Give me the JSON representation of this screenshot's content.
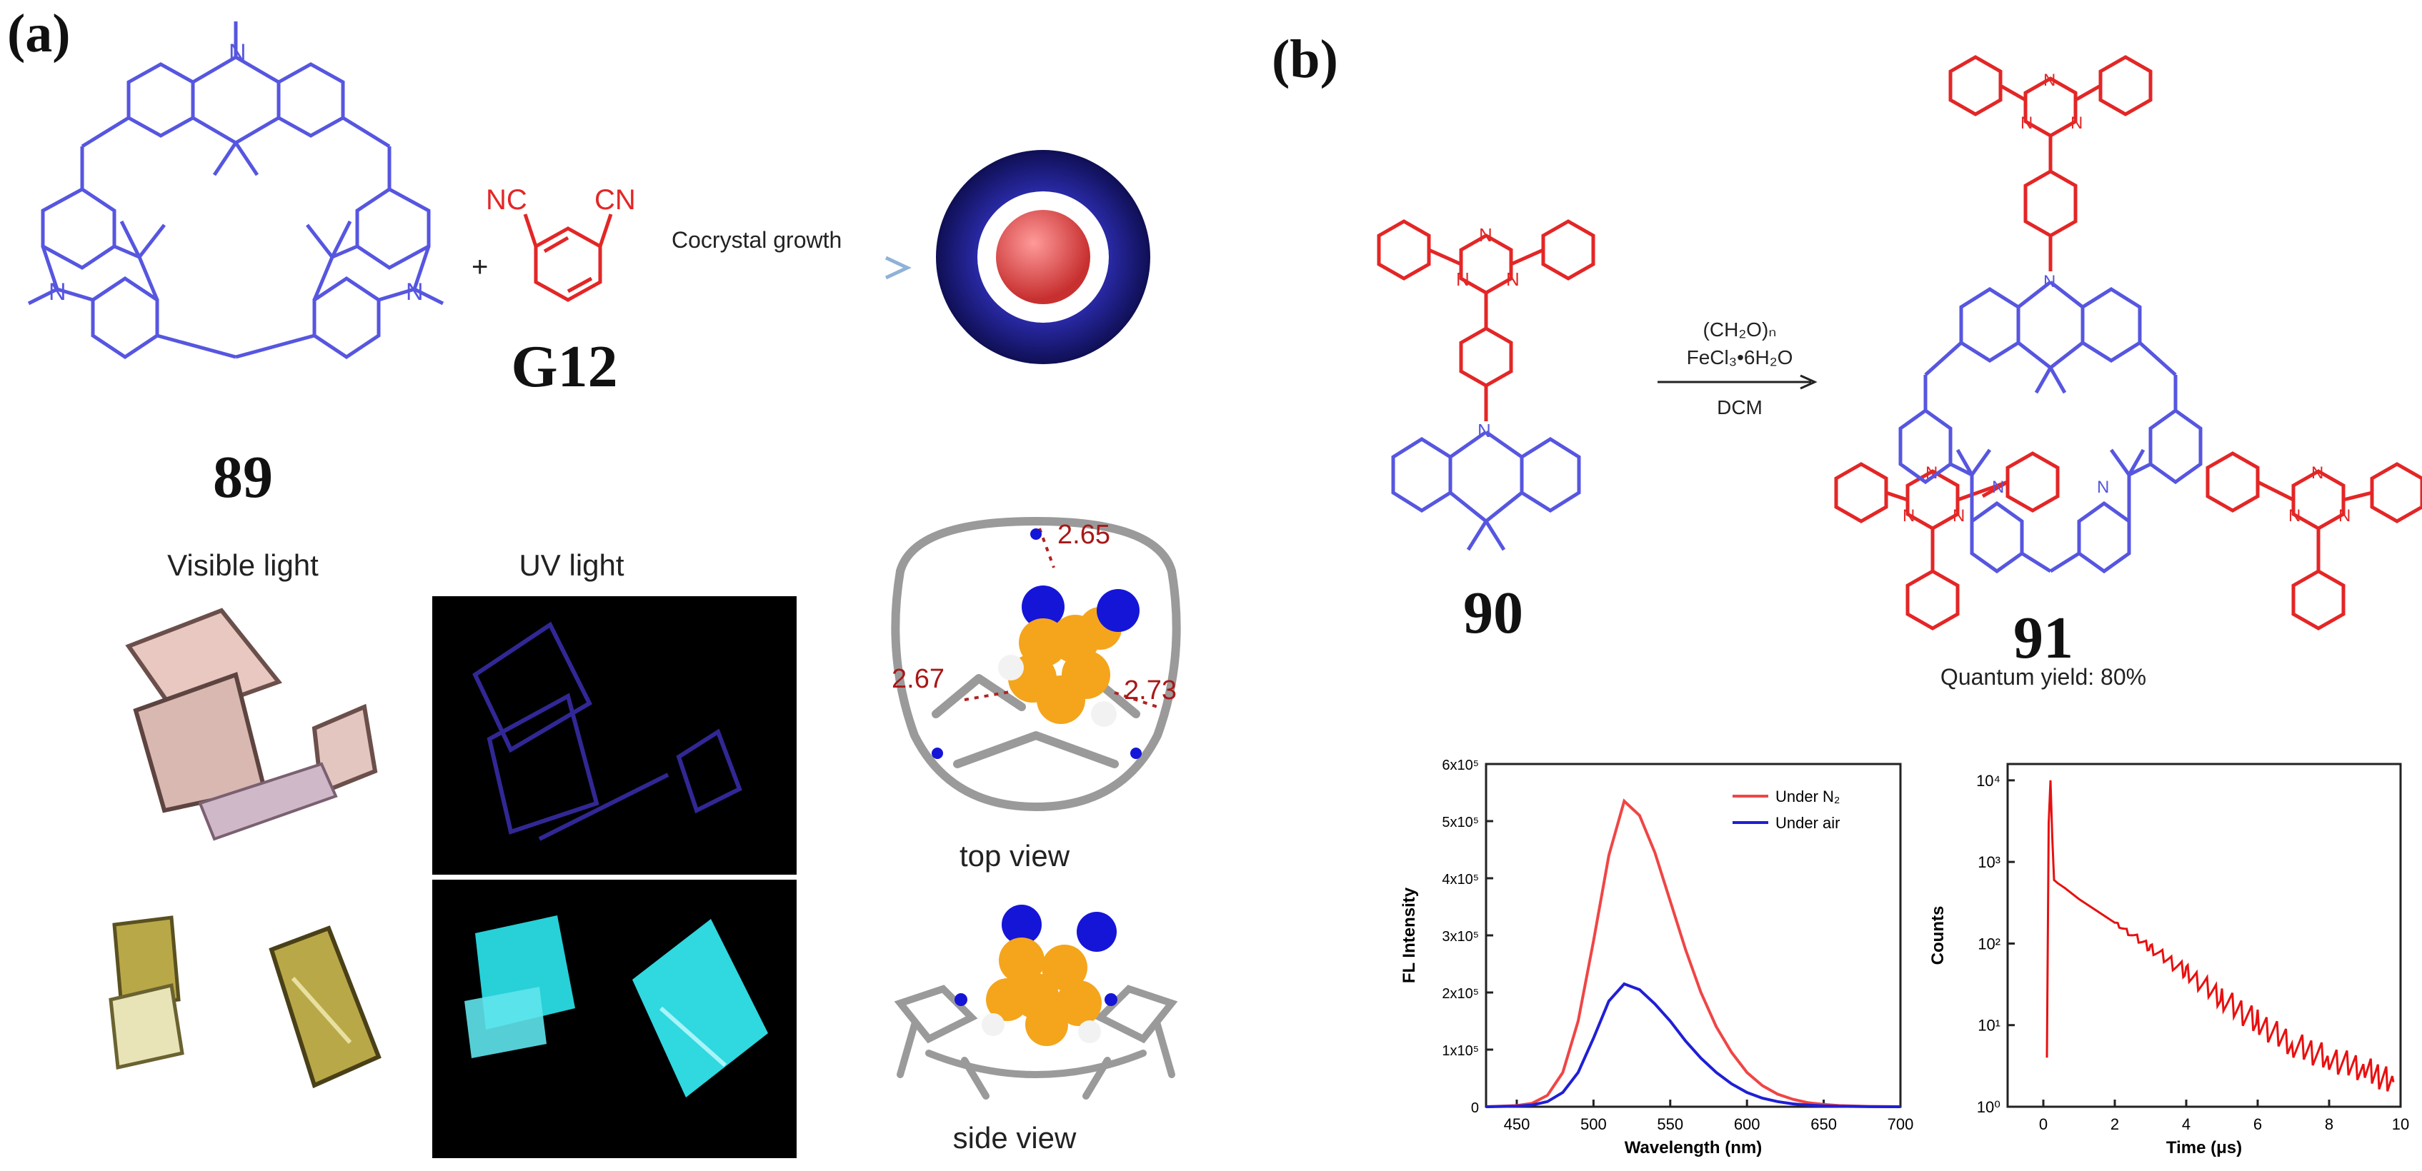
{
  "panels": {
    "a": "(a)",
    "b": "(b)"
  },
  "panel_a": {
    "compound_host": "89",
    "compound_guest": "G12",
    "plus": "+",
    "reaction": "Cocrystal growth",
    "guest_atoms": {
      "left": "NC",
      "right": "CN"
    },
    "photo_headers": {
      "visible": "Visible light",
      "uv": "UV light"
    },
    "distances": [
      "2.65",
      "2.67",
      "2.73"
    ],
    "views": {
      "top": "top view",
      "side": "side view"
    }
  },
  "panel_b": {
    "reactant": "90",
    "product": "91",
    "conditions": [
      "(CH₂O)ₙ",
      "FeCl₃•6H₂O",
      "DCM"
    ],
    "quantum_yield": "Quantum yield: 80%"
  },
  "colors": {
    "host_blue": "#5656e0",
    "guest_red": "#e32626",
    "n2_curve": "#f04545",
    "air_curve": "#1f1fd6",
    "decay": "#e81010"
  },
  "chart_data": [
    {
      "type": "line",
      "xlabel": "Wavelength (nm)",
      "ylabel": "FL Intensity",
      "xlim": [
        430,
        700
      ],
      "ylim": [
        0,
        600000
      ],
      "xticks": [
        "450",
        "500",
        "550",
        "600",
        "650",
        "700"
      ],
      "yticks": [
        "0",
        "1x10⁵",
        "2x10⁵",
        "3x10⁵",
        "4x10⁵",
        "5x10⁵",
        "6x10⁵"
      ],
      "legend_position": "top-right",
      "series": [
        {
          "name": "Under N₂",
          "color": "#f04545",
          "x": [
            430,
            450,
            460,
            470,
            480,
            490,
            500,
            510,
            520,
            530,
            540,
            550,
            560,
            570,
            580,
            590,
            600,
            610,
            620,
            630,
            640,
            650,
            660,
            680,
            700
          ],
          "y": [
            0,
            2000,
            6000,
            20000,
            60000,
            150000,
            290000,
            440000,
            535000,
            510000,
            445000,
            360000,
            275000,
            200000,
            140000,
            95000,
            60000,
            37000,
            22000,
            13000,
            7000,
            4000,
            2000,
            500,
            0
          ]
        },
        {
          "name": "Under air",
          "color": "#1f1fd6",
          "x": [
            430,
            450,
            460,
            470,
            480,
            490,
            500,
            510,
            520,
            530,
            540,
            550,
            560,
            570,
            580,
            590,
            600,
            610,
            620,
            630,
            640,
            650,
            660,
            680,
            700
          ],
          "y": [
            0,
            1000,
            3000,
            9000,
            25000,
            60000,
            120000,
            185000,
            215000,
            205000,
            180000,
            150000,
            115000,
            85000,
            60000,
            40000,
            25000,
            15000,
            9000,
            5000,
            3000,
            1500,
            800,
            200,
            0
          ]
        }
      ]
    },
    {
      "type": "line",
      "xlabel": "Time (μs)",
      "ylabel": "Counts",
      "xlim": [
        -1,
        10
      ],
      "ylim": [
        1,
        10000
      ],
      "yscale": "log",
      "xticks": [
        "0",
        "2",
        "4",
        "6",
        "8",
        "10"
      ],
      "yticks": [
        "10⁰",
        "10¹",
        "10²",
        "10³",
        "10⁴"
      ],
      "series": [
        {
          "name": "",
          "color": "#e81010",
          "x": [
            0.1,
            0.15,
            0.2,
            0.25,
            0.3,
            0.4,
            0.6,
            1,
            2,
            3,
            4,
            5,
            6,
            7,
            8,
            9,
            9.8
          ],
          "y": [
            4,
            3000,
            10000,
            2000,
            600,
            550,
            480,
            350,
            180,
            90,
            45,
            22,
            11,
            6,
            4,
            3,
            2
          ]
        }
      ]
    }
  ]
}
